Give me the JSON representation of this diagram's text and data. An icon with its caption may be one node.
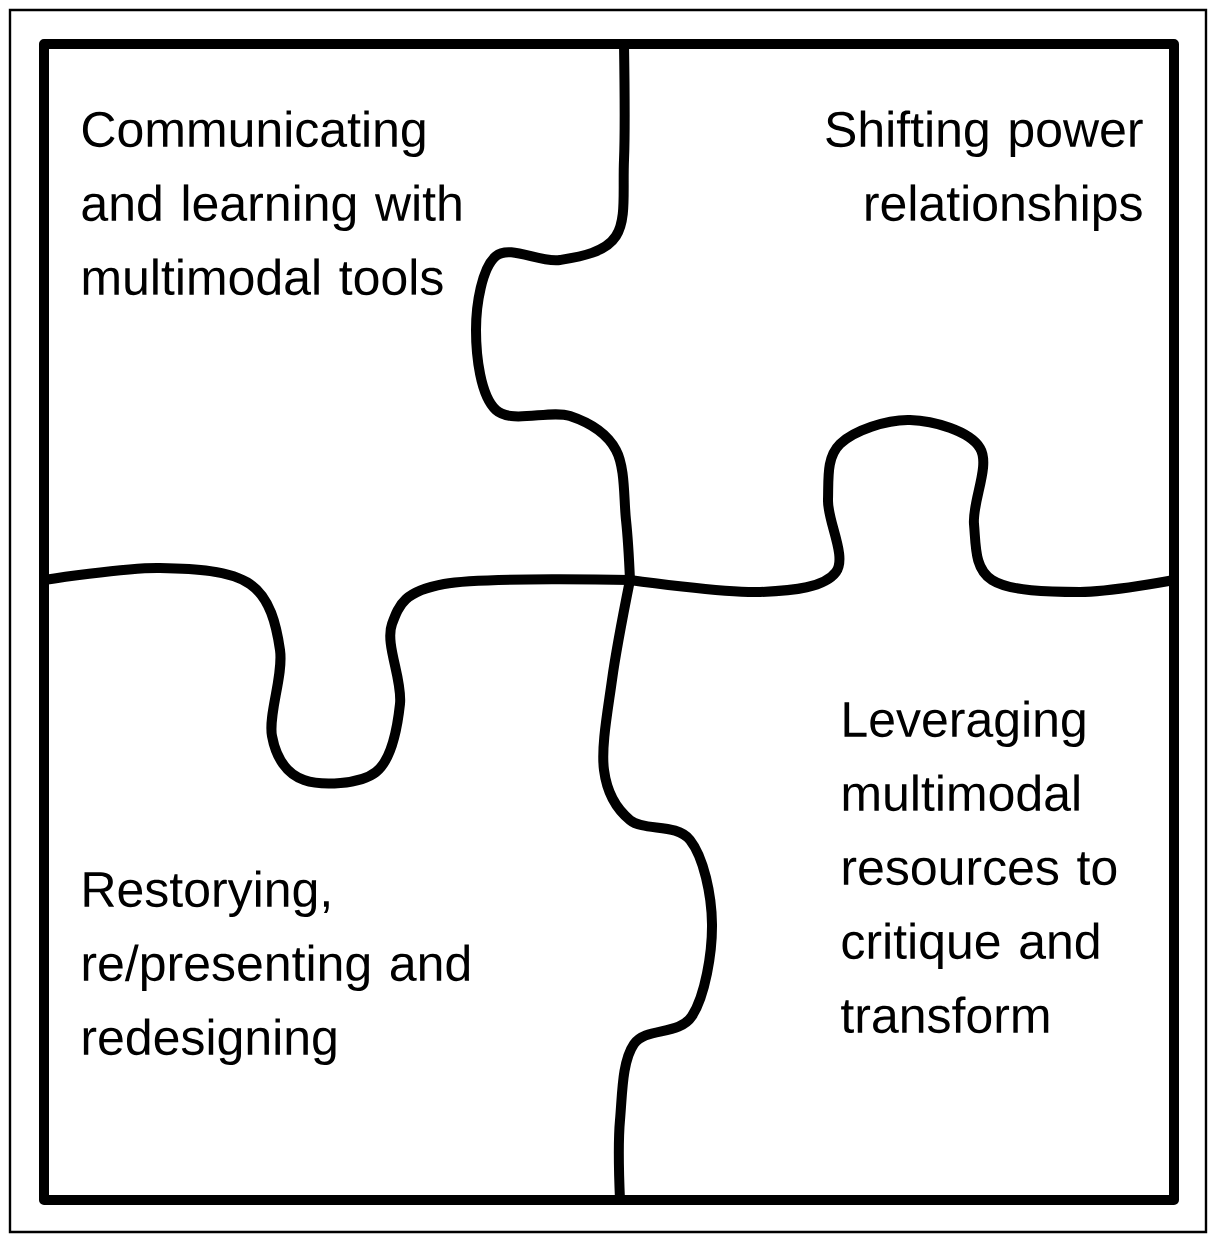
{
  "diagram": {
    "nodes": [
      {
        "text": [
          "Communicating and learning with multimodal tools"
        ]
      },
      {
        "text": [
          "Shifting power relationships"
        ]
      },
      {
        "text": [
          "Restorying, re/presenting and redesigning"
        ]
      },
      {
        "text": [
          "Leveraging multimodal resources to critique and transform"
        ]
      }
    ]
  }
}
